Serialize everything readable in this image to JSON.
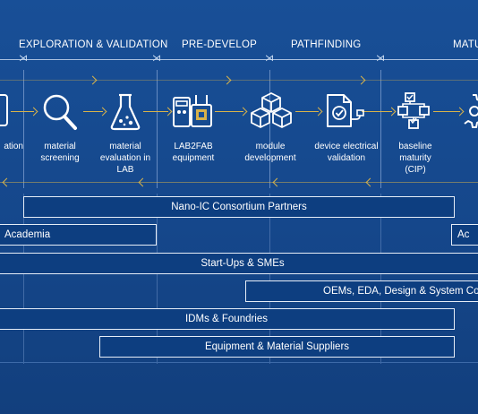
{
  "phases": [
    {
      "label": "EXPLORATION & VALIDATION"
    },
    {
      "label": "PRE-DEVELOP"
    },
    {
      "label": "PATHFINDING"
    },
    {
      "label": "MATU"
    }
  ],
  "steps": [
    {
      "label": "ation",
      "icon": "document-icon"
    },
    {
      "label": "material\nscreening",
      "icon": "magnifier-icon"
    },
    {
      "label": "material\nevaluation in\nLAB",
      "icon": "flask-icon"
    },
    {
      "label": "LAB2FAB\nequipment",
      "icon": "equipment-icon"
    },
    {
      "label": "module\ndevelopment",
      "icon": "cubes-icon"
    },
    {
      "label": "device electrical\nvalidation",
      "icon": "plug-document-icon"
    },
    {
      "label": "baseline\nmaturity\n(CIP)",
      "icon": "flowchart-icon"
    },
    {
      "label": "",
      "icon": "gear-icon"
    }
  ],
  "bars": [
    {
      "label": "Nano-IC Consortium Partners"
    },
    {
      "label": "Academia"
    },
    {
      "label": "Ac"
    },
    {
      "label": "Start-Ups & SMEs"
    },
    {
      "label": "OEMs, EDA, Design & System Co"
    },
    {
      "label": "IDMs & Foundries"
    },
    {
      "label": "Equipment & Material Suppliers"
    }
  ],
  "colors": {
    "accent": "#d7b24a",
    "background": "#184f97",
    "bar_fill": "#0d3e80"
  }
}
